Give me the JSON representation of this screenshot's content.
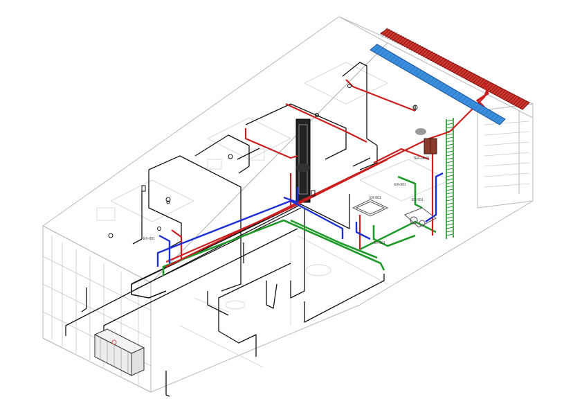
{
  "colors": {
    "background": "#ffffff",
    "building_outline": "#b8b8b8",
    "interior_light": "#d0d0d0",
    "drain_black": "#111111",
    "hot_water_red": "#cc1f1f",
    "cold_water_blue": "#1a2fd6",
    "light_blue_duct": "#3a8fdc",
    "gas_green": "#1f9a2a"
  },
  "labels": {
    "equipment_tag": "TEF-04-01",
    "small_tags": [
      "EX-001",
      "EX-001",
      "EX-001",
      "EX-001",
      "EX-001"
    ]
  }
}
